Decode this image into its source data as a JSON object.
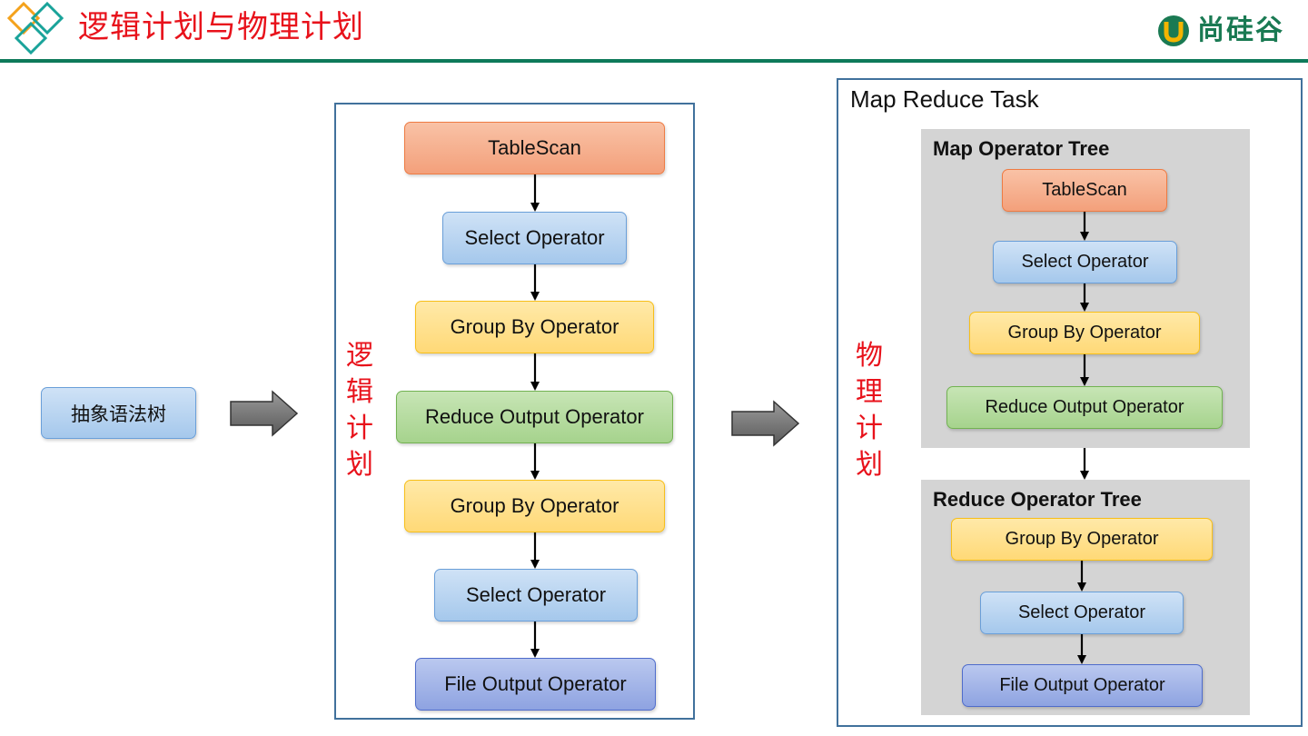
{
  "header": {
    "title": "逻辑计划与物理计划",
    "brand": "尚硅谷",
    "colors": {
      "title": "#e8121b",
      "rule": "#0e7a5a",
      "brand": "#1a7a53"
    }
  },
  "ast_box": "抽象语法树",
  "logical": {
    "label_chars": [
      "逻",
      "辑",
      "计",
      "划"
    ],
    "nodes": [
      "TableScan",
      "Select Operator",
      "Group By Operator",
      "Reduce Output Operator",
      "Group By Operator",
      "Select Operator",
      "File Output Operator"
    ]
  },
  "physical": {
    "label_chars": [
      "物",
      "理",
      "计",
      "划"
    ],
    "task_title": "Map Reduce Task",
    "map_tree": {
      "title": "Map Operator Tree",
      "nodes": [
        "TableScan",
        "Select Operator",
        "Group By Operator",
        "Reduce Output Operator"
      ]
    },
    "reduce_tree": {
      "title": "Reduce Operator Tree",
      "nodes": [
        "Group By Operator",
        "Select Operator",
        "File Output Operator"
      ]
    }
  },
  "icons": [
    "diamond-logo-icon",
    "brand-logo-icon",
    "right-arrow-icon"
  ]
}
